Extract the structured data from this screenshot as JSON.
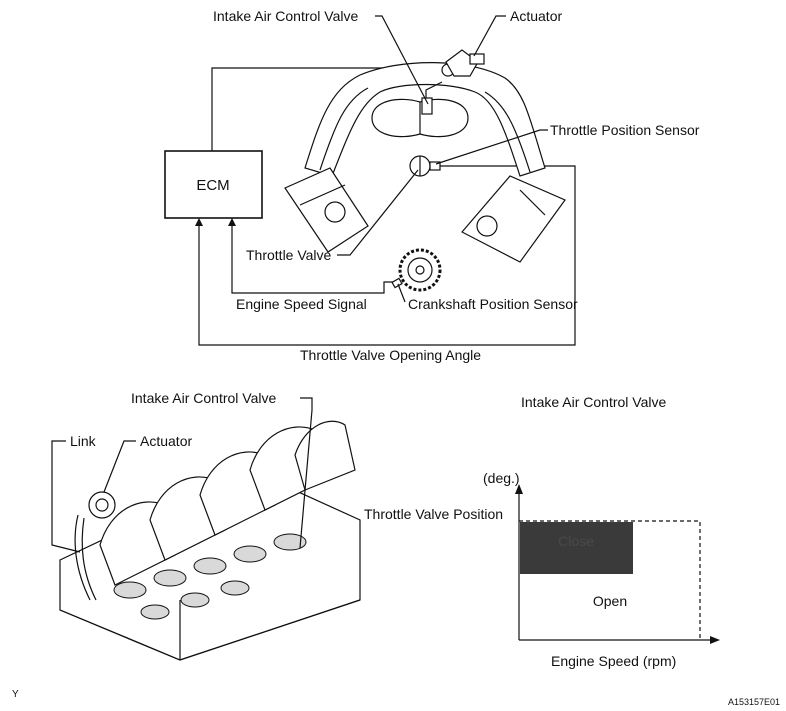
{
  "top_diagram": {
    "intake_air_control_valve": "Intake Air Control Valve",
    "actuator": "Actuator",
    "throttle_position_sensor": "Throttle Position Sensor",
    "ecm": "ECM",
    "throttle_valve": "Throttle Valve",
    "engine_speed_signal": "Engine Speed Signal",
    "crankshaft_position_sensor": "Crankshaft Position Sensor",
    "throttle_valve_opening_angle": "Throttle Valve Opening Angle"
  },
  "bottom_left": {
    "intake_air_control_valve": "Intake Air Control Valve",
    "link": "Link",
    "actuator": "Actuator"
  },
  "graph": {
    "title": "Intake Air Control Valve",
    "y_unit": "(deg.)",
    "y_label": "Throttle Valve Position",
    "x_label": "Engine Speed (rpm)",
    "region_open": "Open",
    "region_close": "Close"
  },
  "corner_left": "Y",
  "corner_right": "A153157E01"
}
